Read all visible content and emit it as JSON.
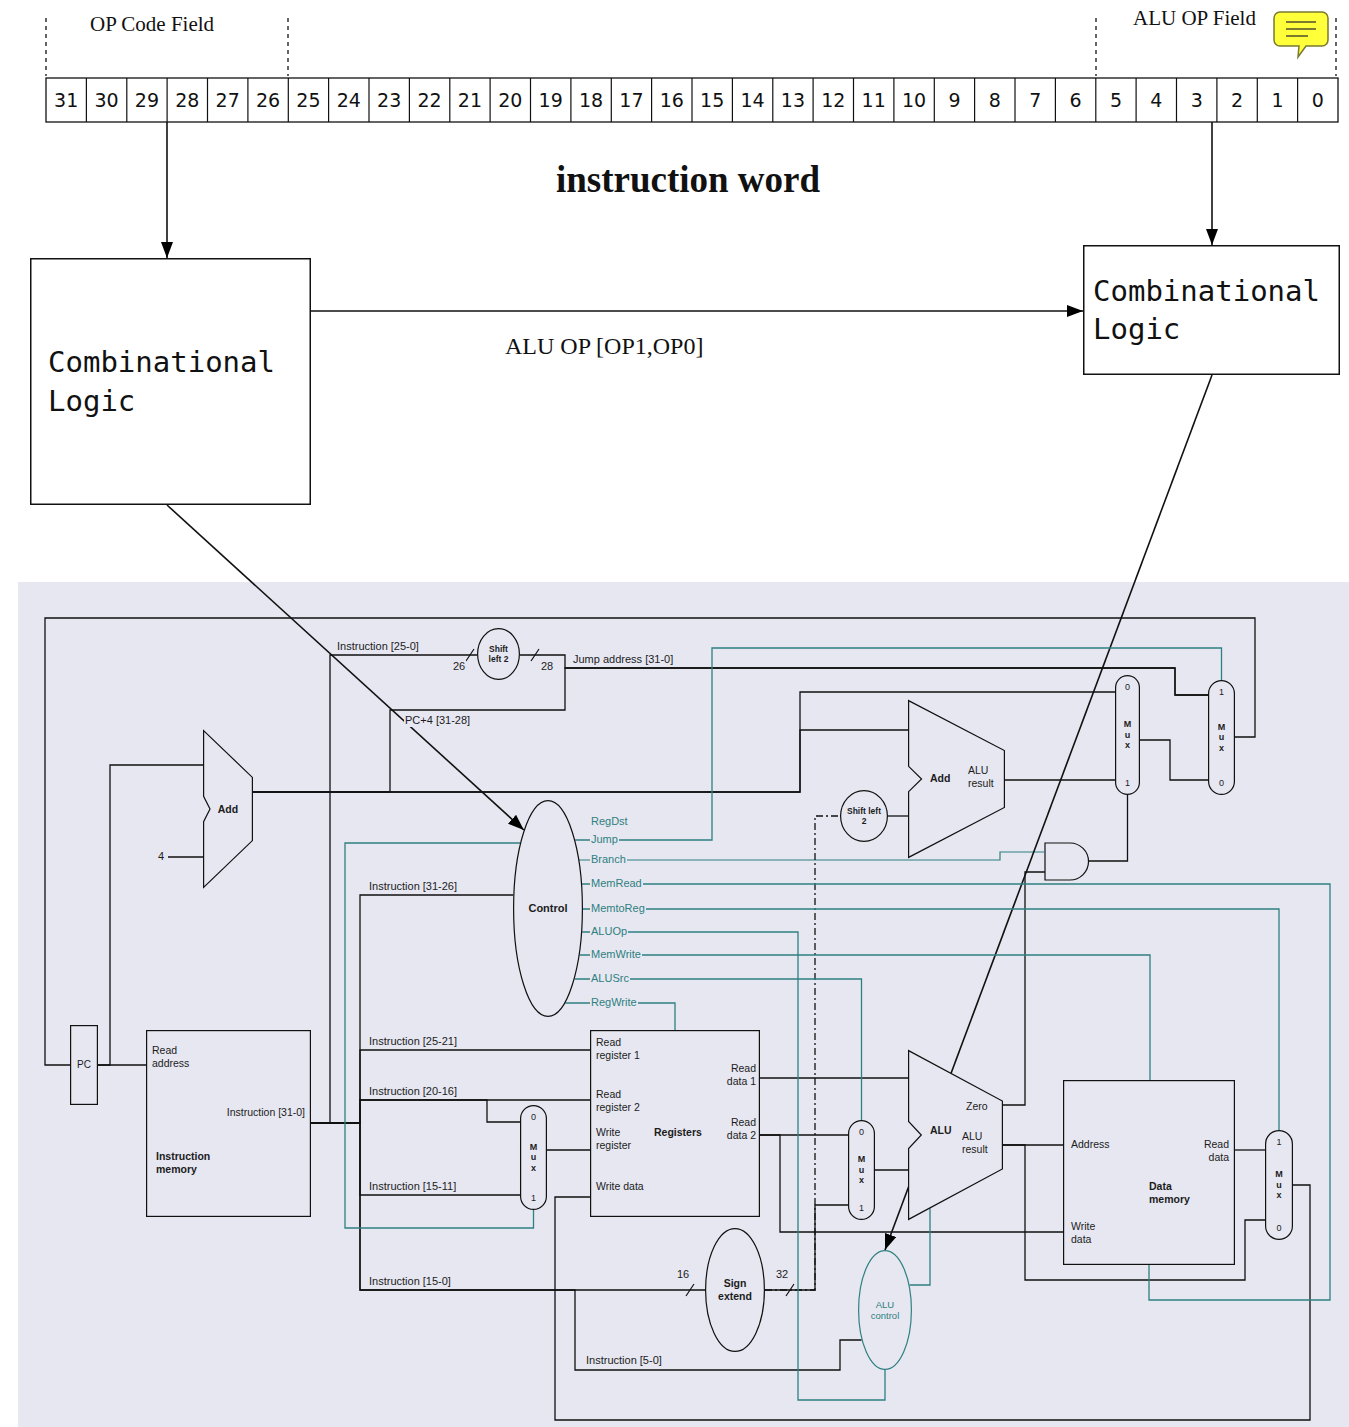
{
  "diagram": {
    "nodes": [
      {
        "text": [
          "Combinational Logic"
        ]
      },
      {
        "text": [
          "Combinational Logic"
        ]
      },
      {
        "text": [
          "Control"
        ]
      },
      {
        "text": [
          "PC"
        ]
      },
      {
        "text": [
          "Read address",
          "Instruction [31-0]",
          "Instruction memory"
        ]
      },
      {
        "text": [
          "Add"
        ]
      },
      {
        "text": [
          "Shift left 2"
        ]
      },
      {
        "text": [
          "Read register 1",
          "Read register 2",
          "Write register",
          "Write data",
          "Read data 1",
          "Read data 2",
          "Registers"
        ]
      },
      {
        "text": [
          "0",
          "M u x",
          "1"
        ]
      },
      {
        "text": [
          "Sign extend"
        ]
      },
      {
        "text": [
          "Shift left 2"
        ]
      },
      {
        "text": [
          "Add",
          "ALU result"
        ]
      },
      {
        "text": [
          "0",
          "M u x",
          "1"
        ]
      },
      {
        "text": [
          "Zero",
          "ALU",
          "ALU result"
        ]
      },
      {
        "text": [
          "ALU control"
        ]
      },
      {
        "text": [
          "Address",
          "Read data",
          "Write data",
          "Data memory"
        ]
      },
      {
        "text": [
          "1",
          "M u x",
          "0"
        ]
      },
      {
        "text": [
          "0",
          "M u x",
          "1"
        ]
      },
      {
        "text": [
          "1",
          "M u x",
          "0"
        ]
      }
    ],
    "edges": [
      {
        "from": 0,
        "to": 1,
        "arrow": "to",
        "label": "ALU OP [OP1,OP0]"
      },
      {
        "from": 0,
        "to": 2,
        "arrow": "to"
      },
      {
        "from": 1,
        "to": 14,
        "arrow": "to"
      },
      {
        "from": 3,
        "to": 4,
        "arrow": "none"
      },
      {
        "from": 3,
        "to": 5,
        "arrow": "none"
      },
      {
        "from": 4,
        "to": 2,
        "arrow": "none"
      },
      {
        "from": 4,
        "to": 6,
        "arrow": "none"
      },
      {
        "from": 4,
        "to": 7,
        "arrow": "none"
      },
      {
        "from": 4,
        "to": 7,
        "arrow": "none"
      },
      {
        "from": 4,
        "to": 8,
        "arrow": "none"
      },
      {
        "from": 4,
        "to": 8,
        "arrow": "none"
      },
      {
        "from": 4,
        "to": 9,
        "arrow": "none"
      },
      {
        "from": 4,
        "to": 14,
        "arrow": "none"
      },
      {
        "from": 5,
        "to": 11,
        "arrow": "none"
      },
      {
        "from": 5,
        "to": 17,
        "arrow": "none"
      },
      {
        "from": 5,
        "to": 18,
        "arrow": "none"
      },
      {
        "from": 6,
        "to": 18,
        "arrow": "none"
      },
      {
        "from": 8,
        "to": 7,
        "arrow": "none"
      },
      {
        "from": 9,
        "to": 10,
        "arrow": "none"
      },
      {
        "from": 9,
        "to": 12,
        "arrow": "none"
      },
      {
        "from": 10,
        "to": 11,
        "arrow": "none"
      },
      {
        "from": 11,
        "to": 17,
        "arrow": "none"
      },
      {
        "from": 17,
        "to": 18,
        "arrow": "none"
      },
      {
        "from": 18,
        "to": 3,
        "arrow": "none"
      },
      {
        "from": 7,
        "to": 13,
        "arrow": "none"
      },
      {
        "from": 7,
        "to": 12,
        "arrow": "none"
      },
      {
        "from": 7,
        "to": 15,
        "arrow": "none"
      },
      {
        "from": 12,
        "to": 13,
        "arrow": "none"
      },
      {
        "from": 13,
        "to": 15,
        "arrow": "none"
      },
      {
        "from": 13,
        "to": 16,
        "arrow": "none"
      },
      {
        "from": 15,
        "to": 16,
        "arrow": "none"
      },
      {
        "from": 16,
        "to": 7,
        "arrow": "none"
      },
      {
        "from": 14,
        "to": 13,
        "arrow": "none"
      },
      {
        "from": 2,
        "to": 8,
        "arrow": "none"
      },
      {
        "from": 2,
        "to": 18,
        "arrow": "none"
      },
      {
        "from": 2,
        "to": 15,
        "arrow": "none"
      },
      {
        "from": 2,
        "to": 16,
        "arrow": "none"
      },
      {
        "from": 2,
        "to": 14,
        "arrow": "none"
      },
      {
        "from": 2,
        "to": 15,
        "arrow": "none"
      },
      {
        "from": 2,
        "to": 12,
        "arrow": "none"
      },
      {
        "from": 2,
        "to": 7,
        "arrow": "none"
      }
    ],
    "labels": [
      "OP Code Field",
      "ALU OP Field",
      "31",
      "30",
      "29",
      "28",
      "27",
      "26",
      "25",
      "24",
      "23",
      "22",
      "21",
      "20",
      "19",
      "18",
      "17",
      "16",
      "15",
      "14",
      "13",
      "12",
      "11",
      "10",
      "9",
      "8",
      "7",
      "6",
      "5",
      "4",
      "3",
      "2",
      "1",
      "0",
      "instruction word",
      "Instruction [25-0]",
      "26",
      "28",
      "Jump address [31-0]",
      "PC+4 [31-28]",
      "4",
      "Instruction [31-26]",
      "RegDst",
      "Jump",
      "Branch",
      "MemRead",
      "MemtoReg",
      "ALUOp",
      "MemWrite",
      "ALUSrc",
      "RegWrite",
      "Instruction [25-21]",
      "Instruction [20-16]",
      "Instruction [15-11]",
      "Instruction [15-0]",
      "16",
      "32",
      "Instruction [5-0]"
    ]
  }
}
